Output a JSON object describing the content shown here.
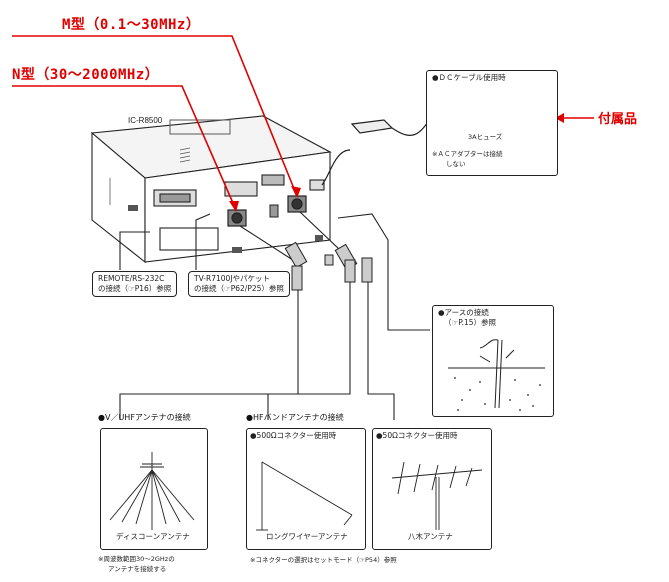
{
  "annotations": {
    "m_type": "M型（0.1～30MHz）",
    "n_type": "N型（30～2000MHz）",
    "accessory": "付属品"
  },
  "radio": {
    "model": "IC-R8500"
  },
  "dc_cable": {
    "heading": "●ＤＣケーブル使用時",
    "fuse": "3Aヒューズ",
    "note_line1": "※ＡＣアダプターは接続",
    "note_line2": "しない"
  },
  "callouts": {
    "remote_line1": "REMOTE/RS-232C",
    "remote_line2": "の接続（☞P16）参照",
    "tv_line1": "TV-R7100Jやパケット",
    "tv_line2": "の接続（☞P62/P25）参照"
  },
  "earth": {
    "heading_line1": "●アースの接続",
    "heading_line2": "（☞P.15）参照"
  },
  "vuhf": {
    "heading": "●V／UHFアンテナの接続",
    "antenna_name": "ディスコーンアンテナ",
    "note_line1": "※周波数範囲30～2GHzの",
    "note_line2": "アンテナを接続する"
  },
  "hf": {
    "heading": "●HFバンドアンテナの接続",
    "box500_heading": "●500Ωコネクター使用時",
    "box500_antenna": "ロングワイヤーアンテナ",
    "box50_heading": "●50Ωコネクター使用時",
    "box50_antenna": "八木アンテナ",
    "note": "※コネクターの選択はセットモード（☞P54）参照"
  },
  "colors": {
    "annotation_red": "#e00000",
    "line": "#222222"
  }
}
